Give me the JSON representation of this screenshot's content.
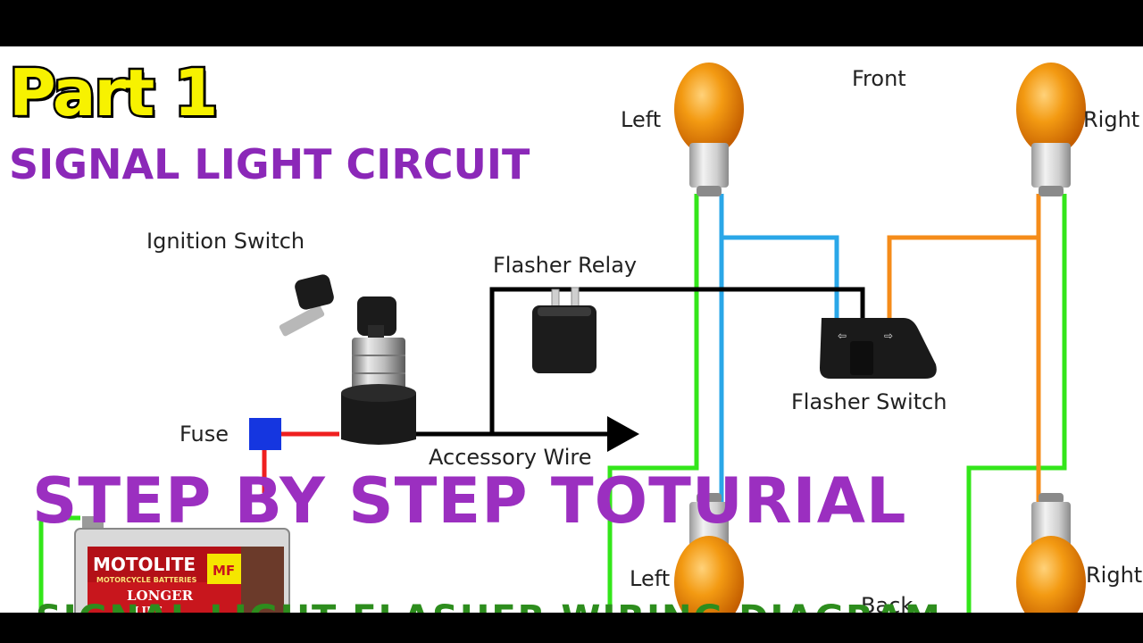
{
  "title": "Part 1",
  "subtitle": "SIGNAL LIGHT CIRCUIT",
  "caption": "STEP BY STEP TOTURIAL",
  "bottom_caption_partial": "SIGNAL LIGHT FLASHER WIRING DIAGRAM",
  "labels": {
    "front": "Front",
    "back": "Back",
    "front_left": "Left",
    "front_right": "Right",
    "rear_left": "Left",
    "rear_right": "Right",
    "ignition_switch": "Ignition Switch",
    "flasher_relay": "Flasher Relay",
    "flasher_switch": "Flasher Switch",
    "fuse": "Fuse",
    "accessory_wire": "Accessory Wire"
  },
  "battery": {
    "brand": "MOTOLITE",
    "badge": "MF",
    "line1": "MOTORCYCLE BATTERIES",
    "line2": "LONGER",
    "line3": "LIFE"
  },
  "colors": {
    "title_yellow": "#f7f200",
    "caption_purple": "#9b2fc0",
    "wire_green": "#33e61a",
    "wire_blue": "#2aa7e8",
    "wire_orange": "#f58c1a",
    "wire_red": "#ef1f1f",
    "wire_black": "#000000",
    "fuse_blue": "#1536e0",
    "bulb_amber": "#f39a12"
  },
  "icons": [
    "ignition-key-icon",
    "flasher-relay-icon",
    "flasher-switch-icon",
    "bulb-icon",
    "battery-icon"
  ]
}
